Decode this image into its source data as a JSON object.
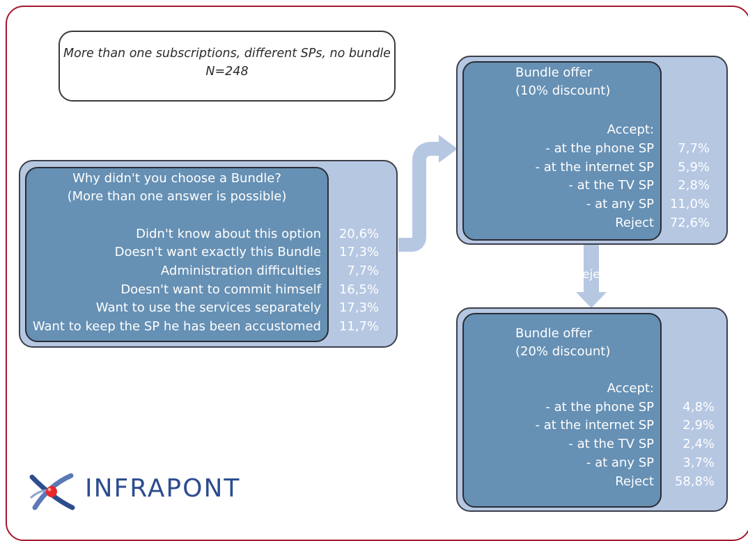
{
  "header": {
    "line1": "More than one subscriptions, different SPs, no bundle",
    "line2": "N=248"
  },
  "why_box": {
    "title_line1": "Why didn't you choose a Bundle?",
    "title_line2": "(More than one answer is possible)",
    "items": [
      {
        "label": "Didn't know about this option",
        "value": "20,6%"
      },
      {
        "label": "Doesn't want exactly this Bundle",
        "value": "17,3%"
      },
      {
        "label": "Administration difficulties",
        "value": "7,7%"
      },
      {
        "label": "Doesn't want to commit himself",
        "value": "16,5%"
      },
      {
        "label": "Want to use the services separately",
        "value": "17,3%"
      },
      {
        "label": "Want to keep the SP he has been accustomed",
        "value": "11,7%"
      }
    ]
  },
  "offer1": {
    "title_line1": "Bundle offer",
    "title_line2": "(10% discount)",
    "accept_label": "Accept:",
    "items": [
      {
        "label": "- at the phone SP",
        "value": "7,7%"
      },
      {
        "label": "- at the internet SP",
        "value": "5,9%"
      },
      {
        "label": "- at the TV  SP",
        "value": "2,8%"
      },
      {
        "label": "- at any SP",
        "value": "11,0%"
      },
      {
        "label": "Reject",
        "value": "72,6%"
      }
    ]
  },
  "connector": {
    "if_reject": "If reject"
  },
  "offer2": {
    "title_line1": "Bundle offer",
    "title_line2": "(20% discount)",
    "accept_label": "Accept:",
    "items": [
      {
        "label": "- at the phone SP",
        "value": "4,8%"
      },
      {
        "label": "- at the internet SP",
        "value": "2,9%"
      },
      {
        "label": "- at the TV  SP",
        "value": "2,4%"
      },
      {
        "label": "- at any SP",
        "value": "3,7%"
      },
      {
        "label": "Reject",
        "value": "58,8%"
      }
    ]
  },
  "logo": {
    "text": "INFRAPONT"
  },
  "colors": {
    "frame": "#a3182c",
    "outer_box": "#b6c7e2",
    "inner_box": "#6690b4",
    "arrow": "#b6c7e2",
    "logo_text": "#2d4d8e"
  }
}
